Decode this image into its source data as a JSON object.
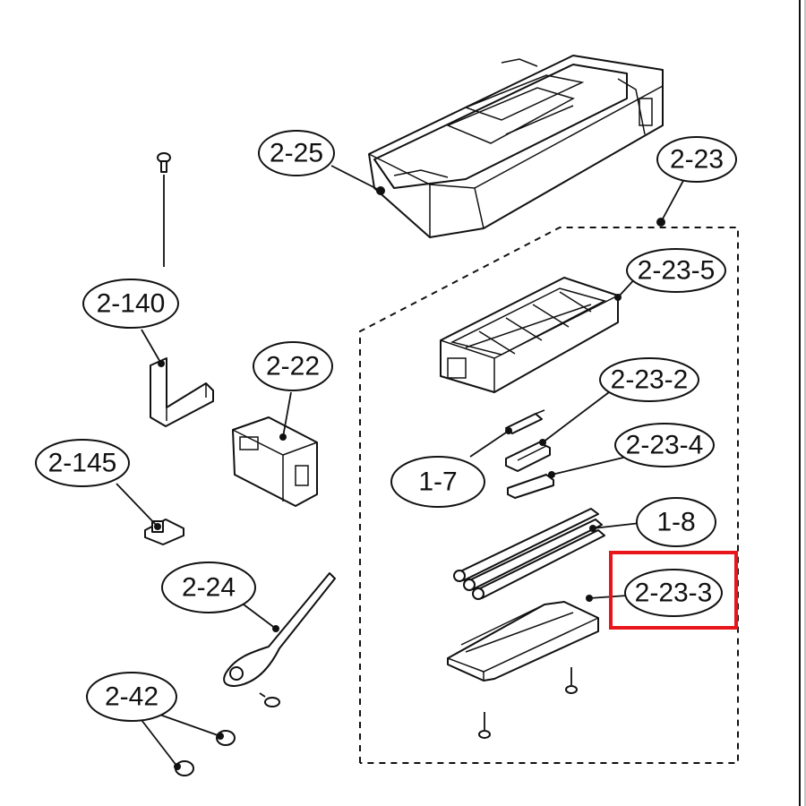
{
  "diagram": {
    "highlight_color": "#e8151b",
    "callouts": [
      {
        "id": "c-2-25",
        "label": "2-25"
      },
      {
        "id": "c-2-23",
        "label": "2-23"
      },
      {
        "id": "c-2-23-5",
        "label": "2-23-5"
      },
      {
        "id": "c-2-140",
        "label": "2-140"
      },
      {
        "id": "c-2-22",
        "label": "2-22"
      },
      {
        "id": "c-2-23-2",
        "label": "2-23-2"
      },
      {
        "id": "c-2-145",
        "label": "2-145"
      },
      {
        "id": "c-2-23-4",
        "label": "2-23-4"
      },
      {
        "id": "c-1-7",
        "label": "1-7"
      },
      {
        "id": "c-1-8",
        "label": "1-8"
      },
      {
        "id": "c-2-24",
        "label": "2-24"
      },
      {
        "id": "c-2-23-3",
        "label": "2-23-3"
      },
      {
        "id": "c-2-42",
        "label": "2-42"
      }
    ],
    "highlighted_part": "2-23-3"
  }
}
